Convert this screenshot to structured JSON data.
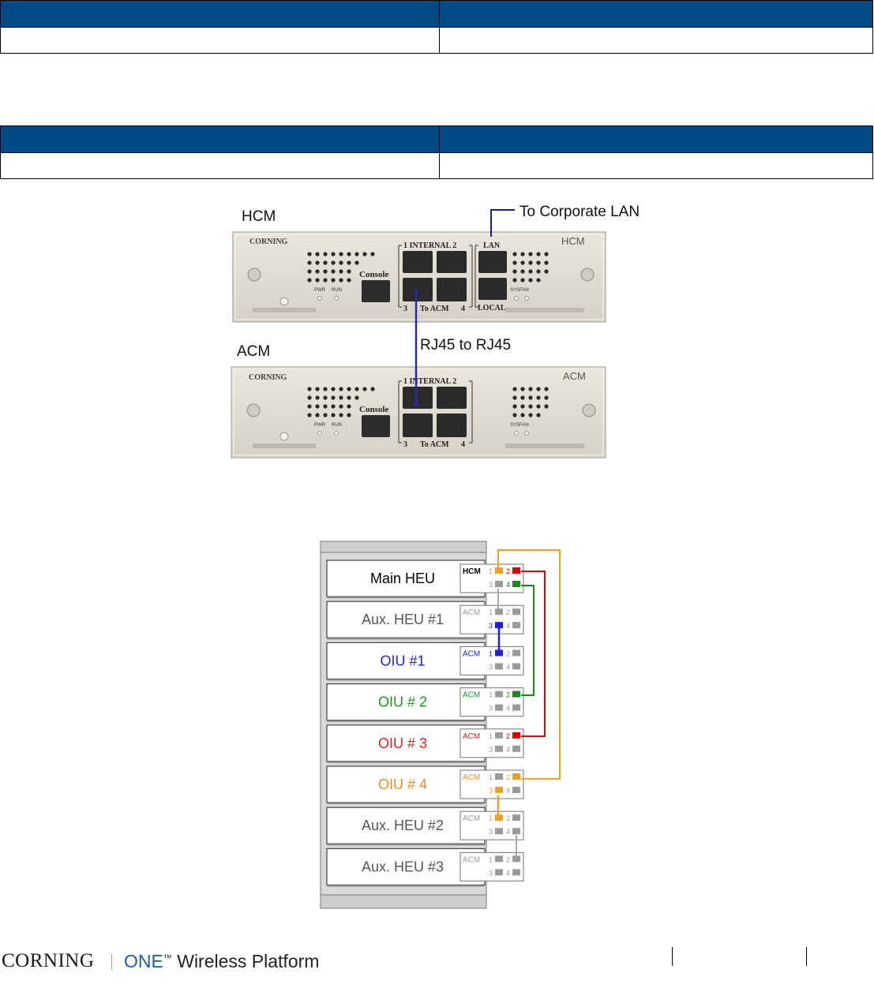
{
  "figure1": {
    "hcm_label": "HCM",
    "acm_label": "ACM",
    "to_corporate_lan": "To Corporate LAN",
    "rj45_label": "RJ45 to RJ45",
    "module_brand": "CORNING",
    "console": "Console",
    "internal": "1 INTERNAL 2",
    "to_acm": "To ACM",
    "port3": "3",
    "port4": "4",
    "lan": "LAN",
    "local": "LOCAL",
    "sysfan": "SYSFAN",
    "pwr": "PWR",
    "run": "RUN",
    "hcm_badge": "HCM",
    "acm_badge": "ACM"
  },
  "figure2": {
    "units": [
      {
        "name": "Main HEU",
        "module": "HCM",
        "color": "#000000"
      },
      {
        "name": "Aux. HEU #1",
        "module": "ACM",
        "color": "#555555"
      },
      {
        "name": "OIU #1",
        "module": "ACM",
        "color": "#1f1fe0"
      },
      {
        "name": "OIU # 2",
        "module": "ACM",
        "color": "#1a9a1a"
      },
      {
        "name": "OIU # 3",
        "module": "ACM",
        "color": "#e01f1f"
      },
      {
        "name": "OIU # 4",
        "module": "ACM",
        "color": "#f08a1a"
      },
      {
        "name": "Aux. HEU #2",
        "module": "ACM",
        "color": "#555555"
      },
      {
        "name": "Aux. HEU #3",
        "module": "ACM",
        "color": "#555555"
      }
    ],
    "port_labels": {
      "p1": "1",
      "p2": "2",
      "p3": "3",
      "p4": "4"
    }
  },
  "footer": {
    "logo": "CORNING",
    "product_one": "ONE",
    "product_tm": "™",
    "product_rest": " Wireless Platform"
  }
}
